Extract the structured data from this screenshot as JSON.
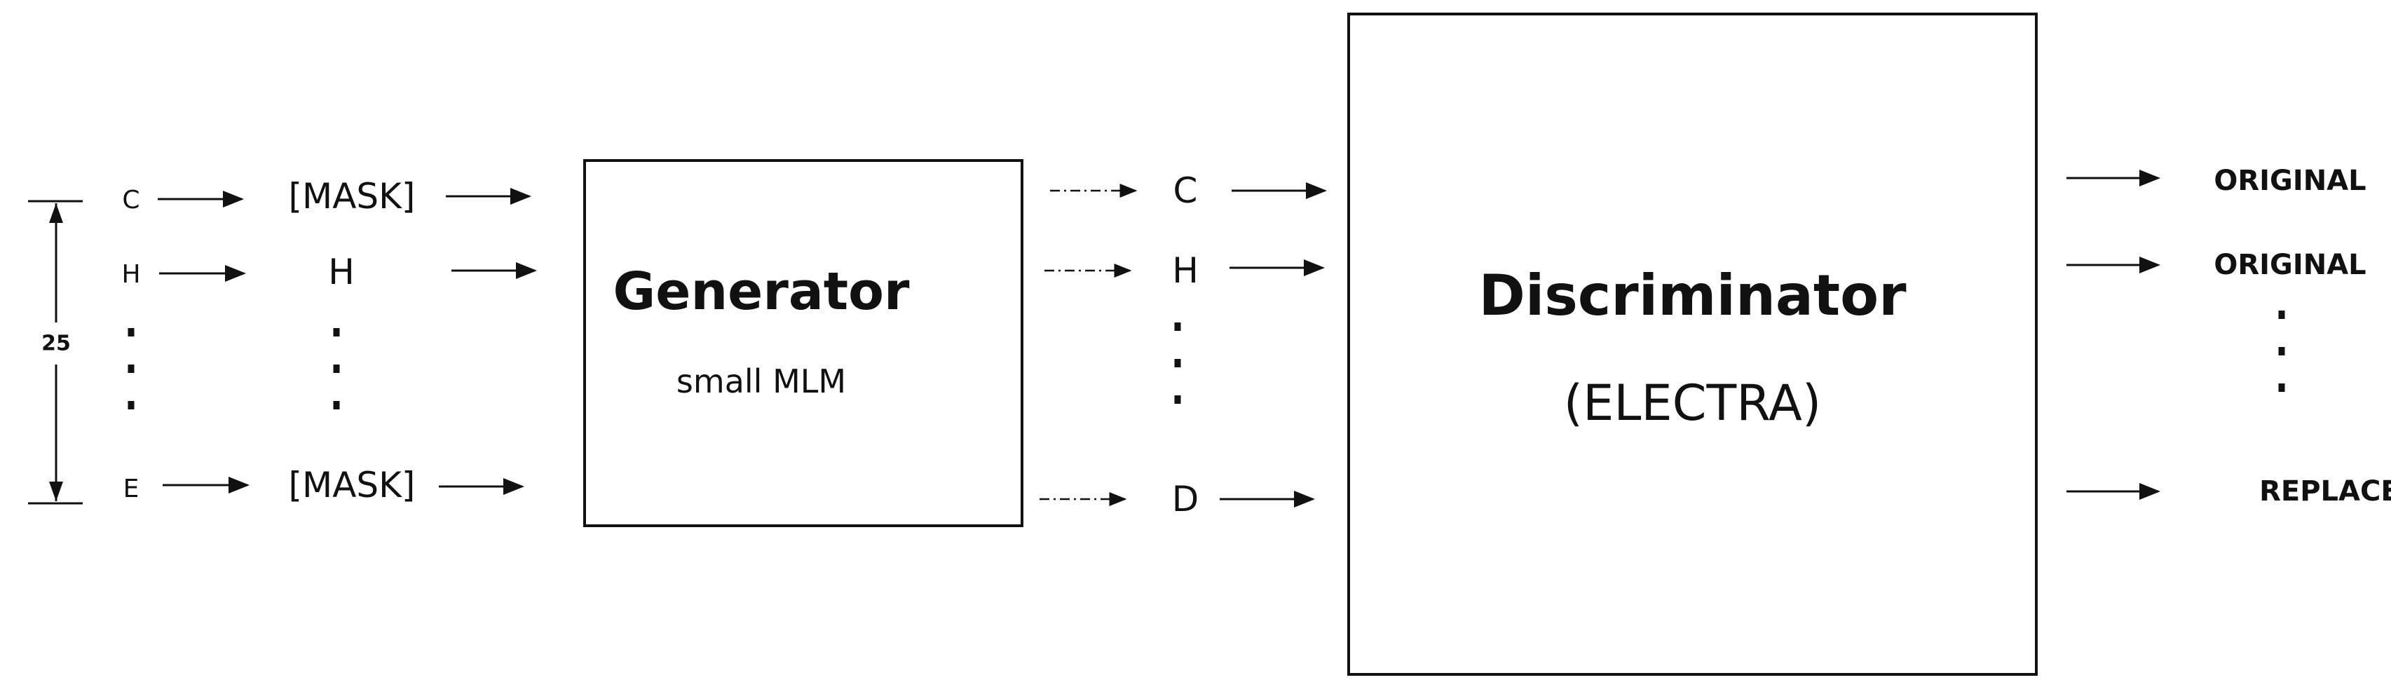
{
  "count_label": "25",
  "input_tokens": [
    "C",
    "H",
    "E"
  ],
  "masked_tokens": [
    "[MASK]",
    "H",
    "[MASK]"
  ],
  "generator": {
    "title": "Generator",
    "subtitle": "small MLM"
  },
  "generated_tokens": [
    "C",
    "H",
    "D"
  ],
  "discriminator": {
    "title": "Discriminator",
    "subtitle": "(ELECTRA)"
  },
  "outputs": [
    "ORIGINAL",
    "ORIGINAL",
    "REPLACED"
  ]
}
